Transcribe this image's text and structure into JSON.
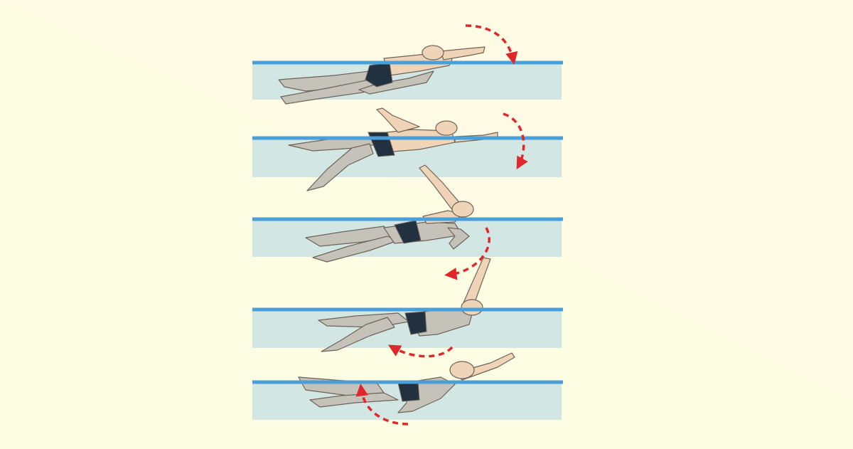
{
  "figure": {
    "subject": "backstroke-arm-cycle",
    "panel_count": 5,
    "colors": {
      "background": "#fdfde4",
      "background_light": "#fffbe3",
      "waterline": "#4a9fd8",
      "water": "#d2e6e4",
      "skin": "#f0d4b8",
      "skin_submerged": "#c4c2b9",
      "outline": "#6f6358",
      "swimsuit": "#223140",
      "arrow": "#e0282c"
    },
    "icons": [
      "swimmer-figure",
      "dashed-rotation-arrow"
    ]
  }
}
